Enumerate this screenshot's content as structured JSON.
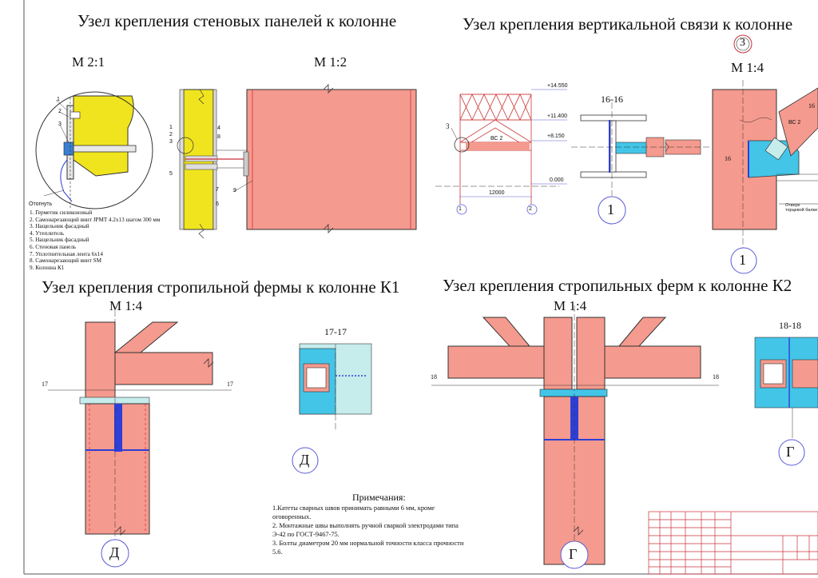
{
  "titles": {
    "wall_panels": "Узел крепления стеновых панелей к колонне",
    "vertical_bracing": "Узел крепления вертикальной связи к колонне",
    "truss_k1": "Узел крепления стропильной фермы к колонне К1",
    "truss_k2": "Узел крепления стропильных ферм к колонне К2"
  },
  "scales": {
    "wall_detail": "М 2:1",
    "wall_main": "М 1:2",
    "bracing": "М 1:4",
    "k1": "М 1:4",
    "k2": "М 1:4"
  },
  "node_number": "3",
  "sections": {
    "s16": "16-16",
    "s17": "17-17",
    "s18": "18-18",
    "mark16": "16",
    "mark17": "17",
    "mark18": "18"
  },
  "axis_marks": {
    "a1": "1",
    "a2": "2",
    "d": "Д",
    "g": "Г"
  },
  "elevations": {
    "e1": "+14.550",
    "e2": "+11.400",
    "e3": "+8.150",
    "e4": "0.000",
    "span": "12000",
    "brace": "ВС 2",
    "leader3": "3"
  },
  "wall_labels": {
    "cut": "Отогнуть",
    "n1": "1",
    "n2": "2",
    "n3": "3",
    "n4": "4",
    "n5": "5",
    "n6": "6",
    "n7": "7",
    "n8": "8",
    "n9": "9"
  },
  "bracing_note": "Отверх торцевой балки",
  "legend": [
    "1. Герметик силиконовый",
    "2. Самонарезающий винт JPMT 4.2х13 шагом 300 мм",
    "3. Нащельник фасадный",
    "4. Утеплитель",
    "5. Нащельник фасадный",
    "6. Стеновая панель",
    "7. Уплотнительная лента 6х14",
    "8. Самонарезающий винт SM",
    "9. Колонна К1"
  ],
  "notes": {
    "title": "Примечания:",
    "lines": [
      "1.Катеты сварных швов принимать равными 6 мм, кроме",
      "оговоренных.",
      "2. Монтажные швы выполнять ручной сваркой электродами типа",
      "Э-42 по ГОСТ-9467-75.",
      "3. Болты диаметром 20 мм нормальной точности класса прочности",
      "5.6."
    ]
  },
  "colors": {
    "steel": "#f59a8e",
    "panel": "#f0e41e",
    "plate": "#43c5e8",
    "plate_light": "#c6ecec",
    "weld": "#2d3fd6",
    "line": "#5a5ad8",
    "red_edge": "#c8303a"
  }
}
